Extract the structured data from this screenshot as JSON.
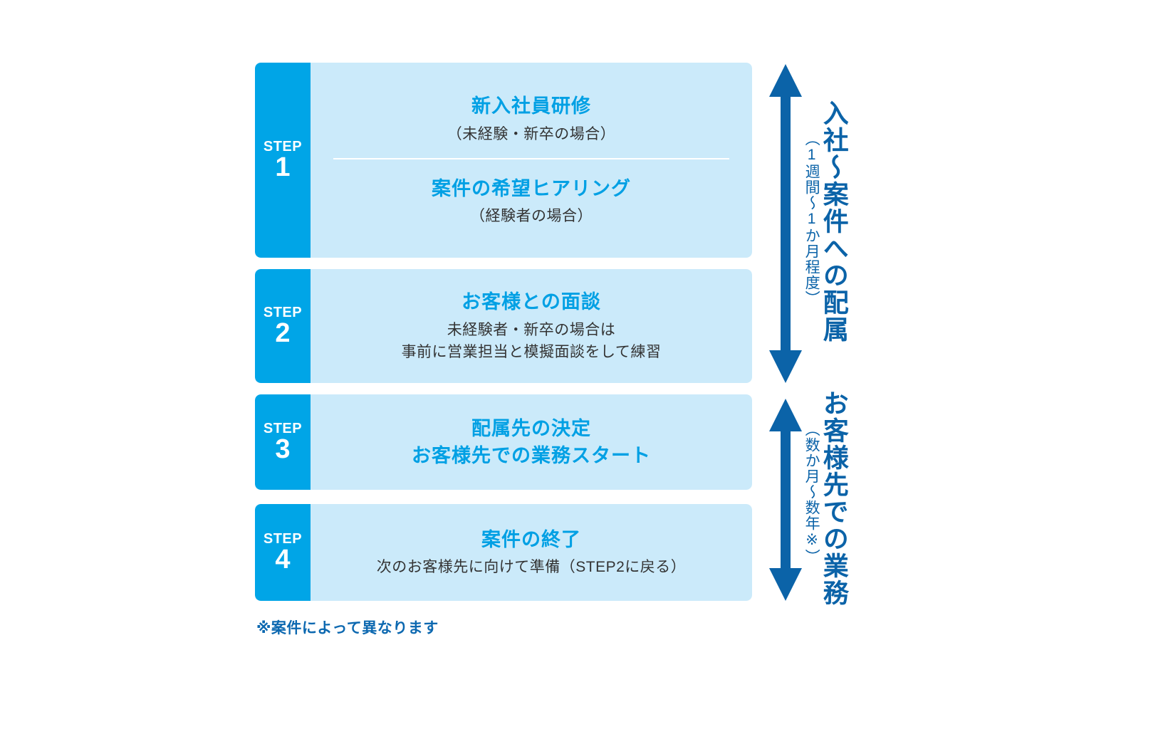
{
  "colors": {
    "step_tab": "#00A5E7",
    "step_body": "#CBEAFA",
    "title_blue": "#00A0E4",
    "arrow_blue": "#0B63A8",
    "vertical_label_blue": "#0B63A8",
    "footnote_blue": "#0C68B0",
    "background": "#FFFFFF",
    "divider": "#FFFFFF",
    "body_text": "#333333"
  },
  "steps": [
    {
      "step_word": "STEP",
      "step_number": "1",
      "blocks": [
        {
          "title": "新入社員研修",
          "subtitle": "（未経験・新卒の場合）"
        },
        {
          "title": "案件の希望ヒアリング",
          "subtitle": "（経験者の場合）"
        }
      ]
    },
    {
      "step_word": "STEP",
      "step_number": "2",
      "blocks": [
        {
          "title": "お客様との面談",
          "subtitle_line1": "未経験者・新卒の場合は",
          "subtitle_line2": "事前に営業担当と模擬面談をして練習"
        }
      ]
    },
    {
      "step_word": "STEP",
      "step_number": "3",
      "blocks": [
        {
          "title_line1": "配属先の決定",
          "title_line2": "お客様先での業務スタート"
        }
      ]
    },
    {
      "step_word": "STEP",
      "step_number": "4",
      "blocks": [
        {
          "title": "案件の終了",
          "subtitle": "次のお客様先に向けて準備（STEP2に戻る）"
        }
      ]
    }
  ],
  "phases": [
    {
      "label": "入社〜案件への配属",
      "duration": "（1週間〜1か月程度）",
      "arrow": "double-headed-vertical-arrow"
    },
    {
      "label": "お客様先での業務",
      "duration": "（数か月〜数年※）",
      "arrow": "double-headed-vertical-arrow"
    }
  ],
  "footnote": "※案件によって異なります"
}
